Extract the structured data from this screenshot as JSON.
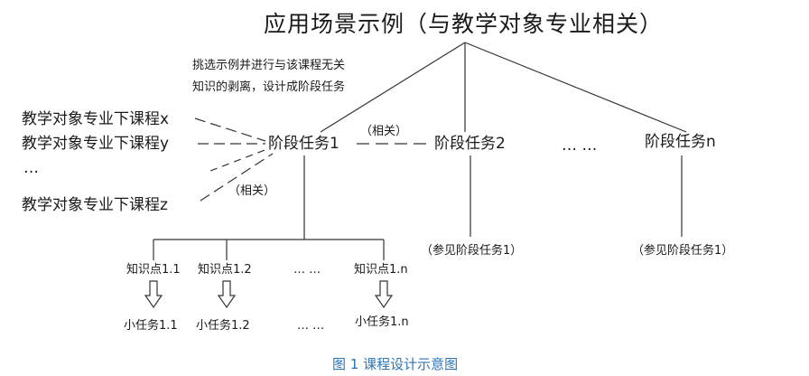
{
  "title": "应用场景示例（与教学对象专业相关）",
  "note": {
    "line1": "挑选示例并进行与该课程无关",
    "line2": "知识的剥离，设计成阶段任务"
  },
  "courses": {
    "x": "教学对象专业下课程x",
    "y": "教学对象专业下课程y",
    "ellipsis": "…",
    "z": "教学对象专业下课程z"
  },
  "relation_labels": {
    "between_stages": "（相关）",
    "to_course_z": "（相关）"
  },
  "stages": {
    "s1": "阶段任务1",
    "s2": "阶段任务2",
    "dots": "… …",
    "sn": "阶段任务n"
  },
  "refs": {
    "under_s2": "（参见阶段任务1）",
    "under_sn": "（参见阶段任务1）"
  },
  "knowledge_points": [
    "知识点1.1",
    "知识点1.2",
    "… …",
    "知识点1.n"
  ],
  "subtasks": [
    "小任务1.1",
    "小任务1.2",
    "… …",
    "小任务1.n"
  ],
  "caption": "图 1  课程设计示意图",
  "colors": {
    "text": "#1a1a1a",
    "line": "#333333",
    "caption": "#2e75b6"
  }
}
